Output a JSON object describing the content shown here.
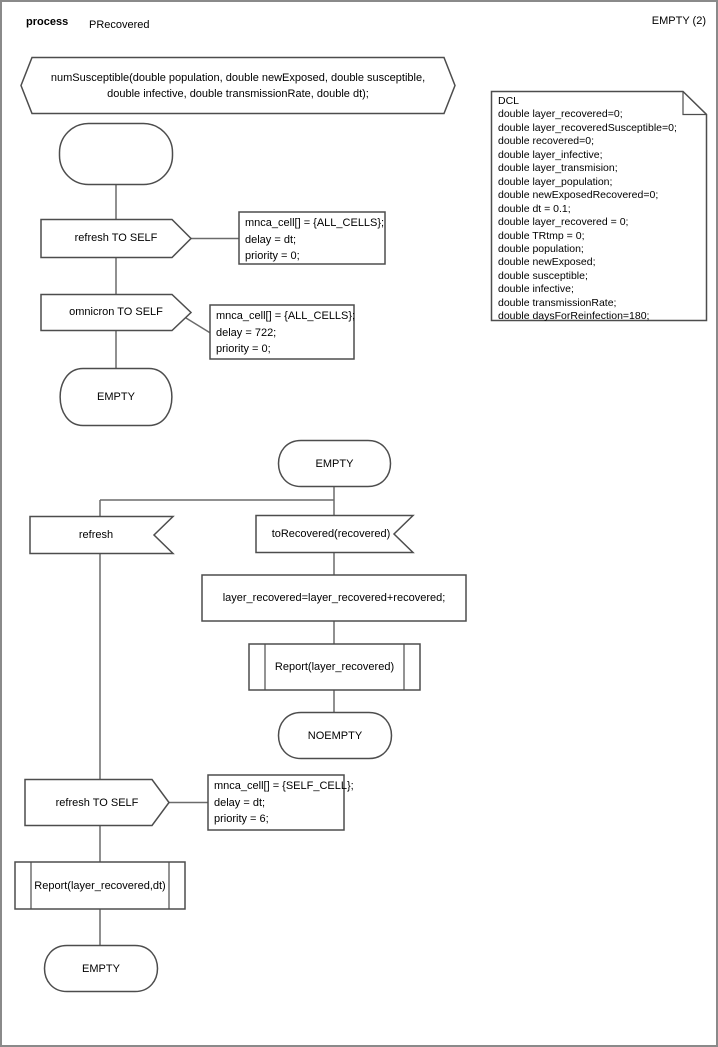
{
  "header": {
    "process_label": "process",
    "process_name": "PRecovered",
    "page_label": "EMPTY (2)"
  },
  "signature": {
    "lines": [
      "numSusceptible(double population, double newExposed, double susceptible,",
      "double infective, double transmissionRate, double dt);"
    ]
  },
  "declarations": {
    "lines": [
      "DCL",
      "double layer_recovered=0;",
      "double layer_recoveredSusceptible=0;",
      "double recovered=0;",
      "double layer_infective;",
      "double layer_transmision;",
      "double layer_population;",
      "double newExposedRecovered=0;",
      "double dt = 0.1;",
      "double layer_recovered = 0;",
      "double TRtmp = 0;",
      "double population;",
      "double newExposed;",
      "double susceptible;",
      "double infective;",
      "double transmissionRate;",
      "double daysForReinfection=180;"
    ]
  },
  "top_flow": {
    "output_refresh": "refresh TO SELF",
    "note_refresh": [
      "mnca_cell[] = {ALL_CELLS};",
      "delay = dt;",
      "priority = 0;"
    ],
    "output_omnicron": "omnicron TO SELF",
    "note_omnicron": [
      "mnca_cell[] = {ALL_CELLS};",
      "delay = 722;",
      "priority = 0;"
    ],
    "state_end": "EMPTY"
  },
  "main_flow": {
    "state_start": "EMPTY",
    "input_refresh": "refresh",
    "input_torecovered": "toRecovered(recovered)",
    "task": "layer_recovered=layer_recovered+recovered;",
    "procedure_report": "Report(layer_recovered)",
    "state_noempty": "NOEMPTY",
    "output_refresh_self": "refresh TO SELF",
    "note_refresh_self": [
      "mnca_cell[] = {SELF_CELL};",
      "delay = dt;",
      "priority = 6;"
    ],
    "procedure_report_dt": "Report(layer_recovered,dt)",
    "state_end": "EMPTY"
  },
  "colors": {
    "shape_stroke": "#4d4d4d",
    "connector": "#6b6b6b",
    "page_border": "#8a8a8a",
    "background": "#ffffff"
  }
}
